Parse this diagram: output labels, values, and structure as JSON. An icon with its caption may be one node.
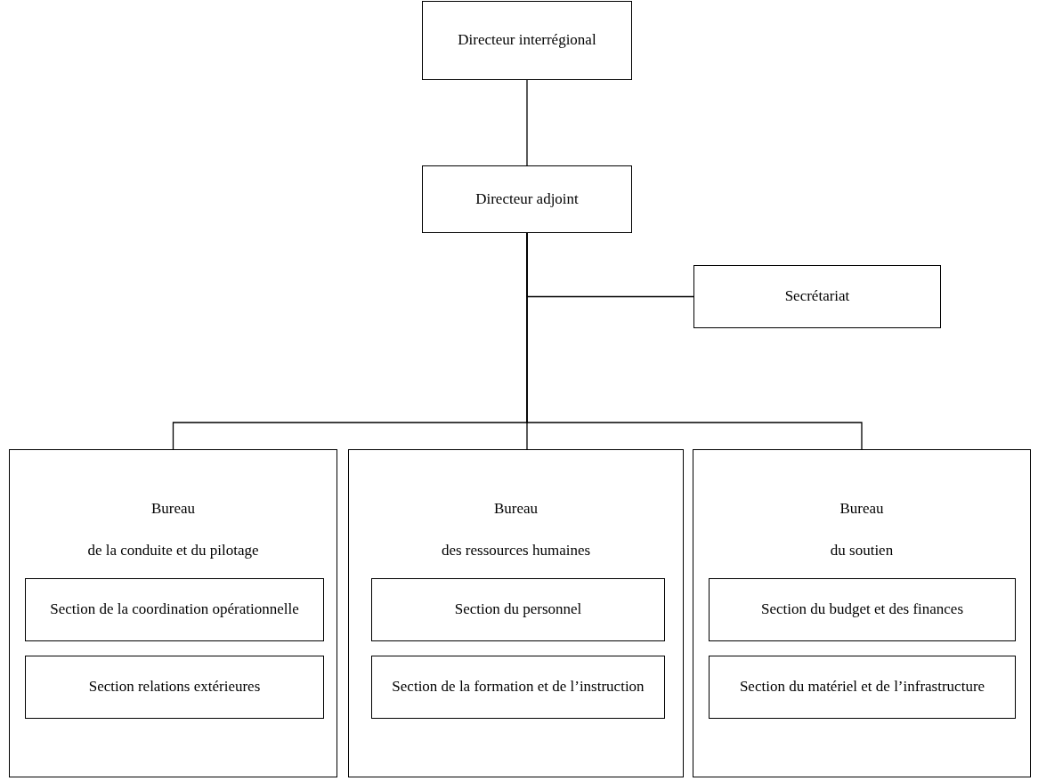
{
  "diagram": {
    "nodes": [
      {
        "text": [
          "Directeur interrégional"
        ]
      },
      {
        "text": [
          "Directeur adjoint"
        ]
      },
      {
        "text": [
          "Secrétariat"
        ]
      },
      {
        "text": [
          "Bureau",
          "de la conduite et du pilotage"
        ]
      },
      {
        "text": [
          "Section de la coordination opérationnelle"
        ],
        "in": 3
      },
      {
        "text": [
          "Section relations extérieures"
        ],
        "in": 3
      },
      {
        "text": [
          "Bureau",
          "des ressources humaines"
        ]
      },
      {
        "text": [
          "Section du personnel"
        ],
        "in": 6
      },
      {
        "text": [
          "Section de la formation et de l’instruction"
        ],
        "in": 6
      },
      {
        "text": [
          "Bureau",
          "du soutien"
        ]
      },
      {
        "text": [
          "Section du budget et des finances"
        ],
        "in": 9
      },
      {
        "text": [
          "Section du matériel et de l’infrastructure"
        ],
        "in": 9
      }
    ],
    "edges": [
      {
        "from": 0,
        "to": 1,
        "arrow": "none"
      },
      {
        "from": 1,
        "to": 2,
        "arrow": "none"
      },
      {
        "from": 1,
        "to": 3,
        "arrow": "none"
      },
      {
        "from": 1,
        "to": 6,
        "arrow": "none"
      },
      {
        "from": 1,
        "to": 9,
        "arrow": "none"
      }
    ]
  }
}
